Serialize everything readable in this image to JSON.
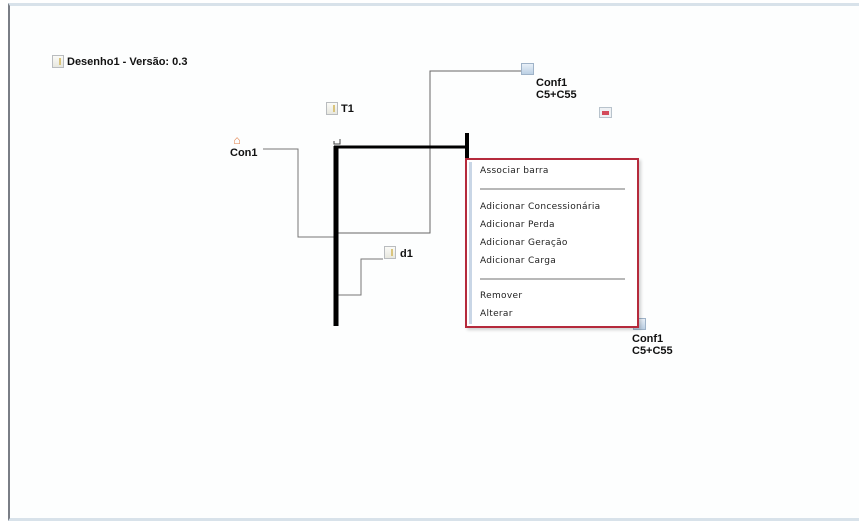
{
  "diagram": {
    "title": "Desenho1 - Versão: 0.3",
    "nodes": {
      "conf_top": {
        "name": "Conf1",
        "detail": "C5+C55"
      },
      "conf_bottom": {
        "name": "Conf1",
        "detail": "C5+C55"
      },
      "transformer": {
        "name": "T1"
      },
      "concessionaria": {
        "name": "Con1"
      },
      "load": {
        "name": "d1"
      }
    },
    "icons": {
      "title_icon": "document-icon",
      "conf_icon": "configuration-icon",
      "alert_icon": "red-box-icon",
      "con_icon": "antenna-icon",
      "transformer_icon": "document-icon",
      "load_icon": "document-icon"
    }
  },
  "context_menu": {
    "items": [
      {
        "label": "Associar barra"
      },
      {
        "label": "Adicionar Concessionária"
      },
      {
        "label": "Adicionar Perda"
      },
      {
        "label": "Adicionar Geração"
      },
      {
        "label": "Adicionar Carga"
      },
      {
        "label": "Remover"
      },
      {
        "label": "Alterar"
      }
    ],
    "border_color": "#b52a3c"
  }
}
